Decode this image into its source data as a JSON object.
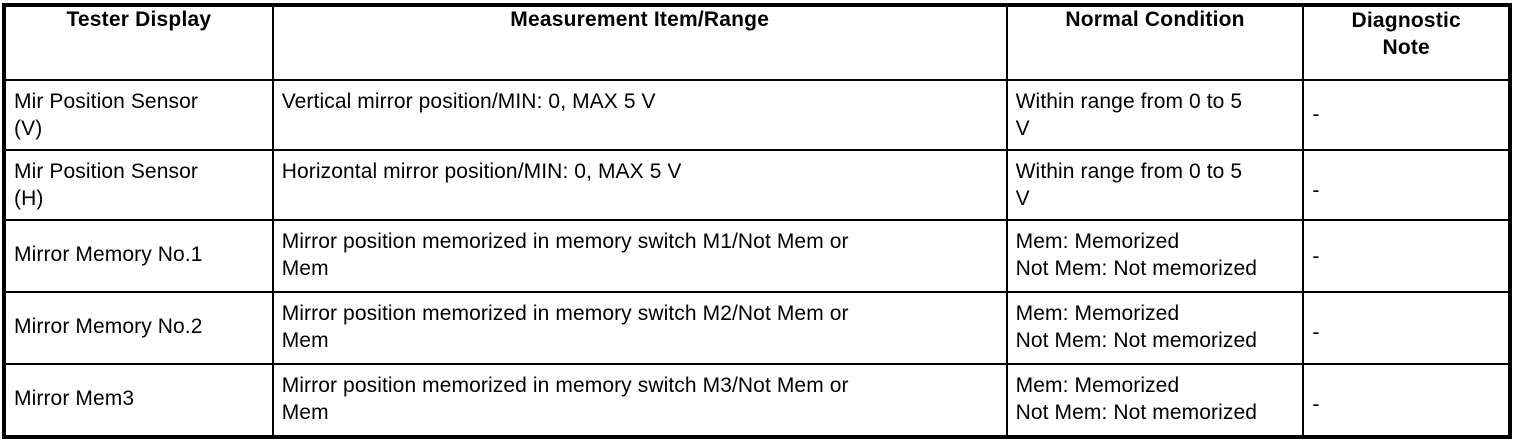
{
  "table": {
    "title_row": {
      "columns": [
        {
          "key": "tester_display",
          "label": "Tester Display"
        },
        {
          "key": "measurement_item_range",
          "label": "Measurement Item/Range"
        },
        {
          "key": "normal_condition",
          "label": "Normal Condition"
        },
        {
          "key": "diagnostic_note",
          "label": "Diagnostic\nNote"
        }
      ]
    },
    "rows": [
      {
        "tester_display": "Mir Position Sensor\n(V)",
        "measurement_item_range": "Vertical mirror position/MIN: 0, MAX 5 V",
        "normal_condition": "Within range from 0 to 5\nV",
        "diagnostic_note": "-"
      },
      {
        "tester_display": "Mir Position Sensor\n(H)",
        "measurement_item_range": "Horizontal mirror position/MIN: 0, MAX 5 V",
        "normal_condition": "Within range from 0 to 5\nV",
        "diagnostic_note": "-"
      },
      {
        "tester_display": "Mirror Memory No.1",
        "measurement_item_range": "Mirror position memorized in memory switch M1/Not Mem or\nMem",
        "normal_condition": "Mem: Memorized\nNot Mem: Not memorized",
        "diagnostic_note": "-"
      },
      {
        "tester_display": "Mirror Memory No.2",
        "measurement_item_range": "Mirror position memorized in memory switch M2/Not Mem or\nMem",
        "normal_condition": "Mem: Memorized\nNot Mem: Not memorized",
        "diagnostic_note": "-"
      },
      {
        "tester_display": "Mirror Mem3",
        "measurement_item_range": "Mirror position memorized in memory switch M3/Not Mem or\nMem",
        "normal_condition": "Mem: Memorized\nNot Mem: Not memorized",
        "diagnostic_note": "-"
      }
    ]
  },
  "colors": {
    "border": "#000000",
    "background": "#ffffff",
    "text": "#000000"
  }
}
